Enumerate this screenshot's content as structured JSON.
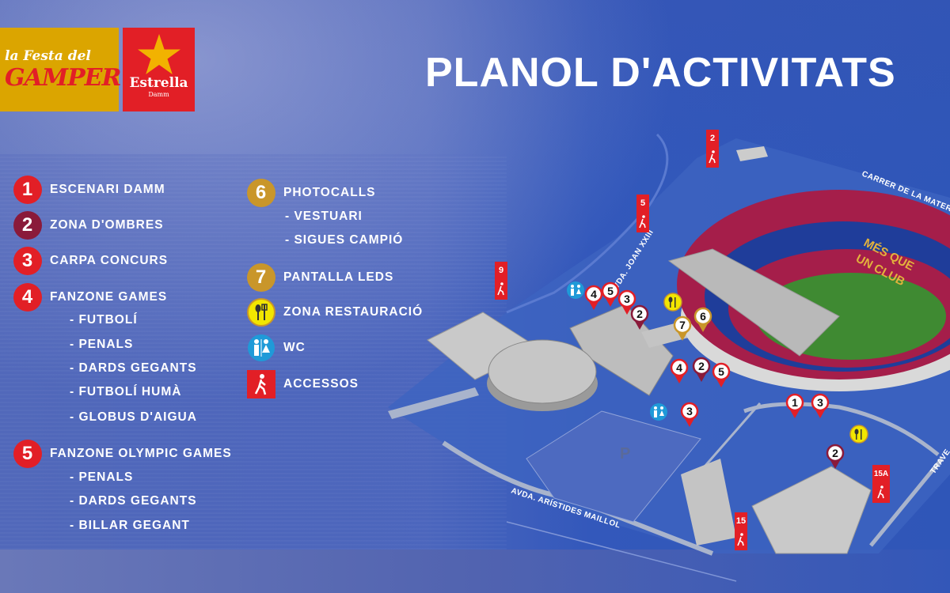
{
  "branding": {
    "festa_logo": "La Festa del Gamper",
    "sponsor_logo": "Estrella Damm",
    "sponsor_sub": "Damm"
  },
  "title": "PLANOL D'ACTIVITATS",
  "colors": {
    "background": "#3157b5",
    "red": "#e21f26",
    "dark_red": "#8a1a3a",
    "gold": "#c9962a",
    "restaurant": "#f2e600",
    "wc": "#1f9ad8",
    "access": "#e21f26"
  },
  "legend": {
    "col1": [
      {
        "num": "1",
        "label": "ESCENARI DAMM",
        "color": "#e21f26",
        "subs": []
      },
      {
        "num": "2",
        "label": "ZONA D'OMBRES",
        "color": "#8a1a3a",
        "subs": []
      },
      {
        "num": "3",
        "label": "CARPA CONCURS",
        "color": "#e21f26",
        "subs": []
      },
      {
        "num": "4",
        "label": "FANZONE GAMES",
        "color": "#e21f26",
        "subs": [
          "- FUTBOLÍ",
          "- PENALS",
          "- DARDS GEGANTS",
          "- FUTBOLÍ HUMÀ",
          "- GLOBUS D'AIGUA"
        ]
      },
      {
        "num": "5",
        "label": "FANZONE OLYMPIC GAMES",
        "color": "#e21f26",
        "subs": [
          "- PENALS",
          "- DARDS GEGANTS",
          "- BILLAR GEGANT"
        ]
      }
    ],
    "col2": [
      {
        "num": "6",
        "label": "PHOTOCALLS",
        "color": "#c9962a",
        "subs": [
          "- VESTUARI",
          "- SIGUES CAMPIÓ"
        ]
      },
      {
        "num": "7",
        "label": "PANTALLA LEDS",
        "color": "#c9962a",
        "subs": []
      },
      {
        "icon": "fork-spoon-icon",
        "label": "ZONA RESTAURACIÓ"
      },
      {
        "icon": "wc-icon",
        "label": "WC"
      },
      {
        "icon": "pedestrian-icon",
        "label": "ACCESSOS"
      }
    ]
  },
  "map": {
    "streets": [
      "AVDA. JOAN XXIII",
      "CARRER DE LA MATERN",
      "AVDA. ARÍSTIDES MAILLOL",
      "TRAVE"
    ],
    "stadium_slogan": [
      "MÉS QUE",
      "UN CLUB"
    ],
    "parking": "P",
    "pins": [
      {
        "label": "4",
        "type": "red"
      },
      {
        "label": "5",
        "type": "red"
      },
      {
        "label": "3",
        "type": "red"
      },
      {
        "label": "2",
        "type": "dark"
      },
      {
        "label": "7",
        "type": "gold"
      },
      {
        "label": "6",
        "type": "gold"
      },
      {
        "label": "4",
        "type": "red"
      },
      {
        "label": "2",
        "type": "dark"
      },
      {
        "label": "5",
        "type": "red"
      },
      {
        "label": "3",
        "type": "red"
      },
      {
        "label": "1",
        "type": "red"
      },
      {
        "label": "3",
        "type": "red"
      },
      {
        "label": "2",
        "type": "dark"
      }
    ],
    "pois": [
      {
        "type": "wc"
      },
      {
        "type": "restaurant"
      },
      {
        "type": "wc"
      },
      {
        "type": "restaurant"
      }
    ],
    "accesses": [
      "2",
      "5",
      "9",
      "15",
      "15A"
    ]
  }
}
